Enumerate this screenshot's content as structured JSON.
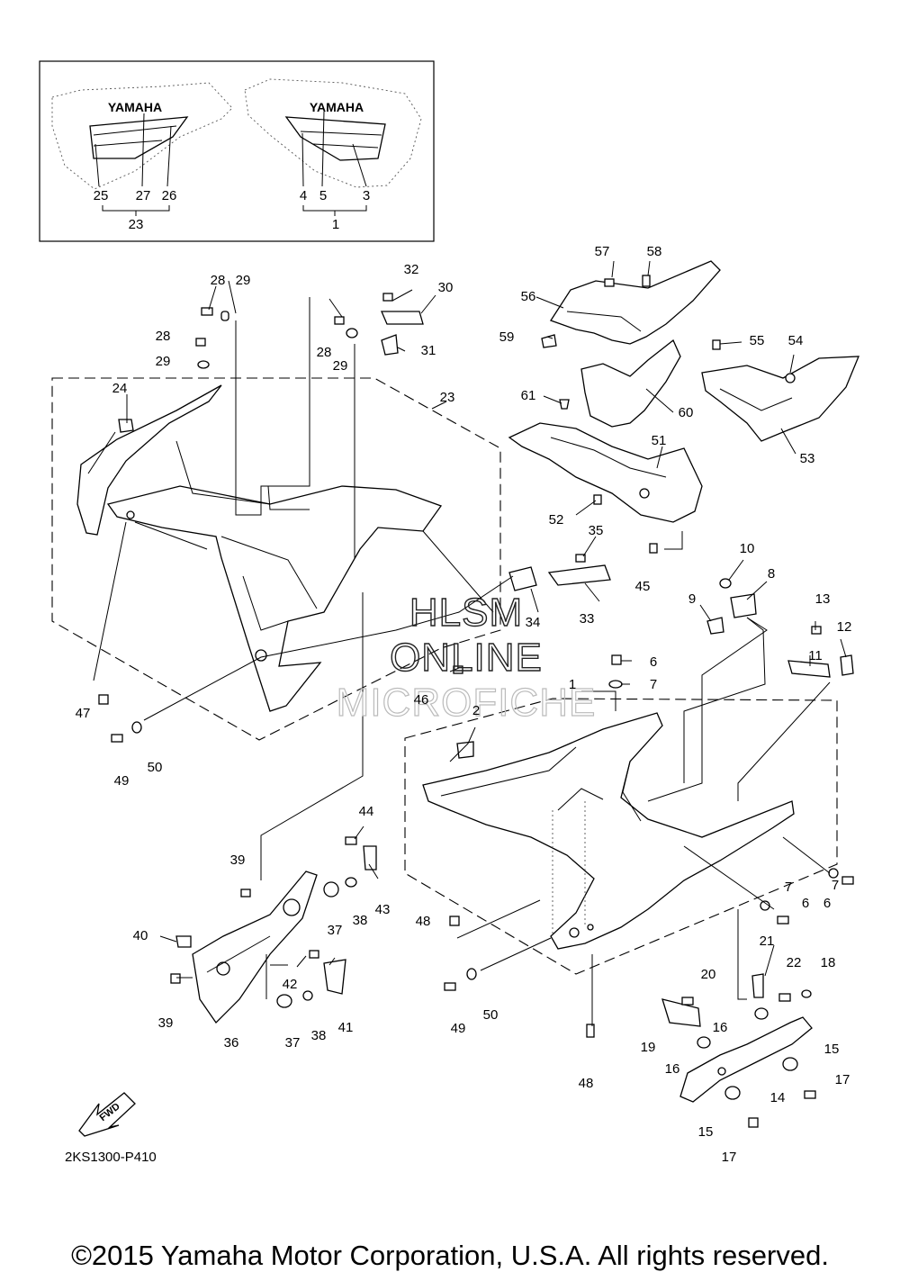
{
  "diagram_code": "2KS1300-P410",
  "copyright": "©2015 Yamaha Motor Corporation, U.S.A. All rights reserved.",
  "watermark": [
    "HLSM",
    "ONLINE",
    "MICROFICHE"
  ],
  "decal_text": "YAMAHA",
  "fwd_label": "FWD",
  "part_numbers": {
    "p1": "1",
    "p2": "2",
    "p3": "3",
    "p4": "4",
    "p5": "5",
    "p6": "6",
    "p7": "7",
    "p8": "8",
    "p9": "9",
    "p10": "10",
    "p11": "11",
    "p12": "12",
    "p13": "13",
    "p14": "14",
    "p15": "15",
    "p16": "16",
    "p17": "17",
    "p18": "18",
    "p19": "19",
    "p20": "20",
    "p21": "21",
    "p22": "22",
    "p23": "23",
    "p24": "24",
    "p25": "25",
    "p26": "26",
    "p27": "27",
    "p28": "28",
    "p29": "29",
    "p30": "30",
    "p31": "31",
    "p32": "32",
    "p33": "33",
    "p34": "34",
    "p35": "35",
    "p36": "36",
    "p37": "37",
    "p38": "38",
    "p39": "39",
    "p40": "40",
    "p41": "41",
    "p42": "42",
    "p43": "43",
    "p44": "44",
    "p45": "45",
    "p46": "46",
    "p47": "47",
    "p48": "48",
    "p49": "49",
    "p50": "50",
    "p51": "51",
    "p52": "52",
    "p53": "53",
    "p54": "54",
    "p55": "55",
    "p56": "56",
    "p57": "57",
    "p58": "58",
    "p59": "59",
    "p60": "60",
    "p61": "61"
  }
}
